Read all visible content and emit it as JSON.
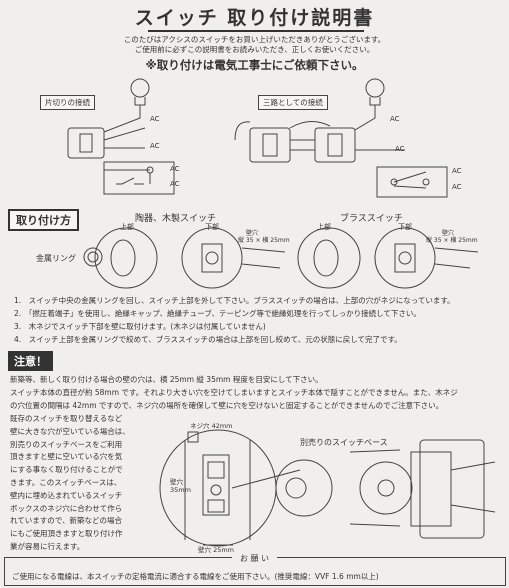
{
  "title": "スイッチ 取り付け説明書",
  "intro": [
    "このたびはアクシスのスイッチをお買い上げいただきありがとうございます。",
    "ご使用前に必ずこの説明書をお読みいただき、正しくお使いください。"
  ],
  "notice": "※取り付けは電気工事士にご依頼下さい。",
  "wiring": {
    "single_label": "片切りの接続",
    "threeway_label": "三路としての接続",
    "ac": "AC"
  },
  "install": {
    "heading": "取り付け方",
    "ceramic_label": "陶器、木製スイッチ",
    "brass_label": "ブラススイッチ",
    "metal_ring": "金属リング",
    "upper": "上部",
    "lower": "下部",
    "wall_hole": "壁穴",
    "hole_size": "縦 35 × 横 25mm",
    "hole_size_2": "縦 35 × 横 25mm"
  },
  "steps": [
    "1.　スイッチ中央の金属リングを回し、スイッチ上部を外して下さい。ブラススイッチの場合は、上部の穴がネジになっています。",
    "2.　「撚圧着端子」を使用し、絶縁キャップ、絶縁チューブ、テーピング等で絶縁処理を行ってしっかり接続して下さい。",
    "3.　木ネジでスイッチ下部を壁に取付けます。(木ネジは付属していません)",
    "4.　スイッチ上部を金属リングで絞めて、ブラススイッチの場合は上部を回し絞めて、元の状態に戻して完了です。"
  ],
  "caution": {
    "heading": "注意！",
    "lines": [
      "新築等、新しく取り付ける場合の壁の穴は、横 25mm 縦 35mm 程度を目安にして下さい。",
      "スイッチ本体の直径が約 58mm です。それより大きい穴を空けてしまいますとスイッチ本体で隠すことができません。また、木ネジ",
      "の穴位置の間隔は 42mm ですので、ネジ穴の場所を確保して壁に穴を空けないと固定することができませんのでご注意下さい。"
    ],
    "side_lines": [
      "既存のスイッチを取り替えるなど",
      "壁に大きな穴が空いている場合は、",
      "別売りのスイッチベースをご利用",
      "頂きますと壁に空いている穴を気",
      "にする事なく取り付けることがで",
      "きます。このスイッチベースは、",
      "壁内に埋め込まれているスイッチ",
      "ボックスのネジ穴に合わせて作ら",
      "れていますので、新築などの場合",
      "にもご使用頂きますと取り付け作",
      "業が容易に行えます。"
    ],
    "screw_pitch": "ネジ穴 42mm",
    "wall_hole_v": "壁穴 35mm",
    "wall_hole_h": "壁穴 25mm",
    "base_label": "別売りのスイッチベース"
  },
  "footer": {
    "heading": "お 願 い",
    "text": "ご使用になる電線は、本スイッチの定格電流に適合する電線をご使用下さい。(推奨電線：VVF 1.6 mm以上)"
  }
}
